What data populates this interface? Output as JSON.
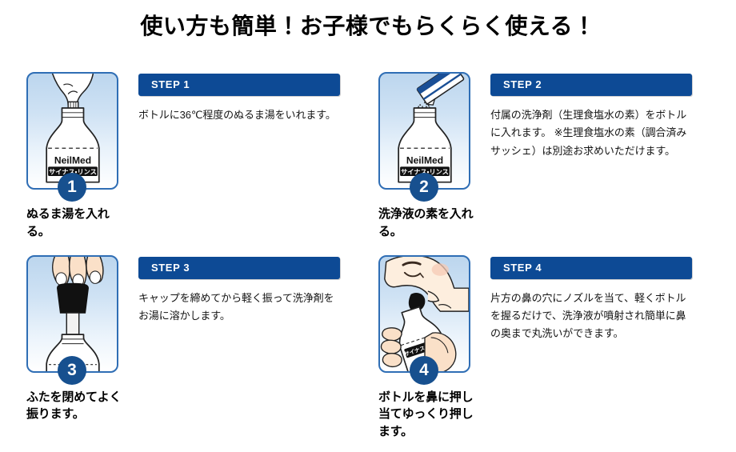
{
  "page": {
    "title": "使い方も簡単！お子様でもらくらく使える！",
    "brand": {
      "name": "NeilMed",
      "product": "サイナス・リンス"
    },
    "colors": {
      "header_bar": "#0d4a95",
      "badge": "#17508f",
      "panel_border": "#2f6eb5",
      "panel_bg_top": "#bcd6ee",
      "panel_bg_bottom": "#ffffff",
      "text": "#141414",
      "skin": "#f7ddc4",
      "cap": "#1a1a1a"
    }
  },
  "steps": [
    {
      "number": "1",
      "header": "STEP 1",
      "body": "ボトルに36℃程度のぬるま湯をいれます。",
      "caption": "ぬるま湯を入れる。",
      "illustration": "bottle-with-faucet-pouring-water"
    },
    {
      "number": "2",
      "header": "STEP 2",
      "body": "付属の洗浄剤（生理食塩水の素）をボトルに入れます。 ※生理食塩水の素（調合済みサッシェ）は別途お求めいただけます。",
      "caption": "洗浄液の素を入れる。",
      "illustration": "bottle-with-sachet-pouring-powder"
    },
    {
      "number": "3",
      "header": "STEP 3",
      "body": "キャップを締めてから軽く振って洗浄剤をお湯に溶かします。",
      "caption": "ふたを閉めてよく振ります。",
      "illustration": "fingers-pressing-cap-on-bottle"
    },
    {
      "number": "4",
      "header": "STEP 4",
      "body": "片方の鼻の穴にノズルを当て、軽くボトルを握るだけで、洗浄液が噴射され簡単に鼻の奥まで丸洗いができます。",
      "caption": "ボトルを鼻に押し当てゆっくり押します。",
      "illustration": "person-using-bottle-on-nose"
    }
  ]
}
